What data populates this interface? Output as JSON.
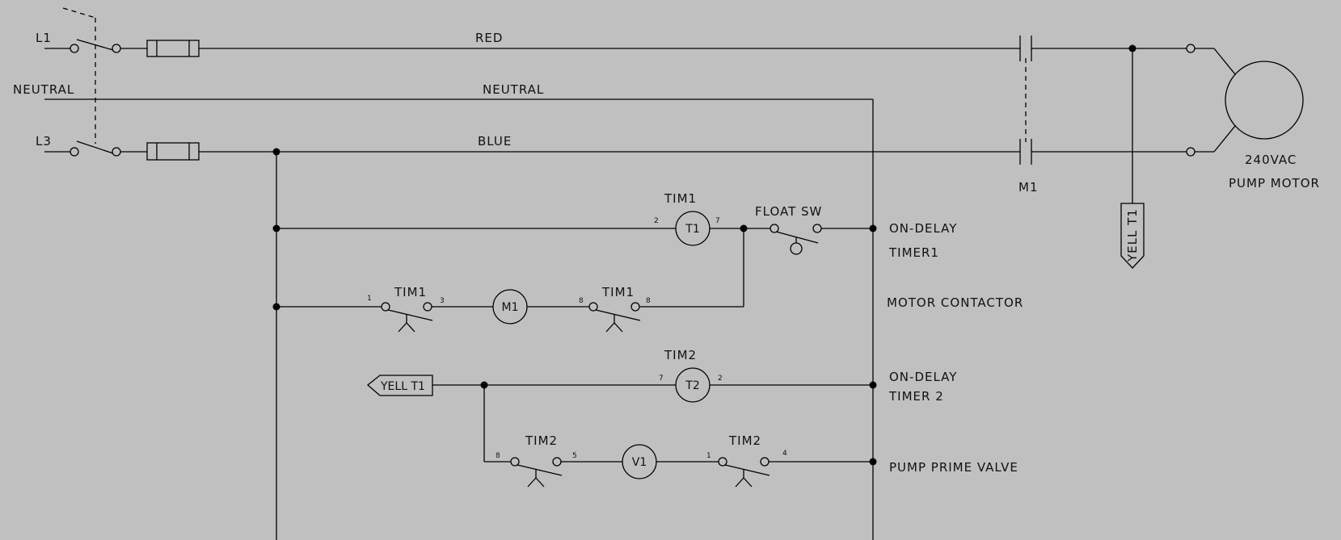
{
  "labels": {
    "l1": "L1",
    "neutral_left": "NEUTRAL",
    "l3": "L3",
    "red": "RED",
    "neutral": "NEUTRAL",
    "blue": "BLUE",
    "m1_contact": "M1",
    "motor_voltage": "240VAC",
    "motor_name": "PUMP MOTOR",
    "yell_t1_offpage": "YELL T1",
    "yell_t1_onpage": "YELL T1"
  },
  "rungs": {
    "timer1": {
      "coil_tag": "TIM1",
      "coil": "T1",
      "pin_in": "2",
      "pin_out": "7",
      "switch": "FLOAT SW",
      "desc1": "ON-DELAY",
      "desc2": "TIMER1"
    },
    "motor": {
      "contact1_tag": "TIM1",
      "contact1_pin_a": "1",
      "contact1_pin_b": "3",
      "coil": "M1",
      "contact2_tag": "TIM1",
      "contact2_pin_a": "8",
      "contact2_pin_b": "8",
      "desc": "MOTOR CONTACTOR"
    },
    "timer2": {
      "coil_tag": "TIM2",
      "coil": "T2",
      "pin_in": "7",
      "pin_out": "2",
      "desc1": "ON-DELAY",
      "desc2": "TIMER 2"
    },
    "valve": {
      "contact1_tag": "TIM2",
      "contact1_pin_a": "8",
      "contact1_pin_b": "5",
      "coil": "V1",
      "contact2_tag": "TIM2",
      "contact2_pin_a": "1",
      "contact2_pin_b": "4",
      "desc": "PUMP PRIME VALVE"
    }
  },
  "colors": {
    "background": "#c0c0c0",
    "line": "#000000"
  }
}
